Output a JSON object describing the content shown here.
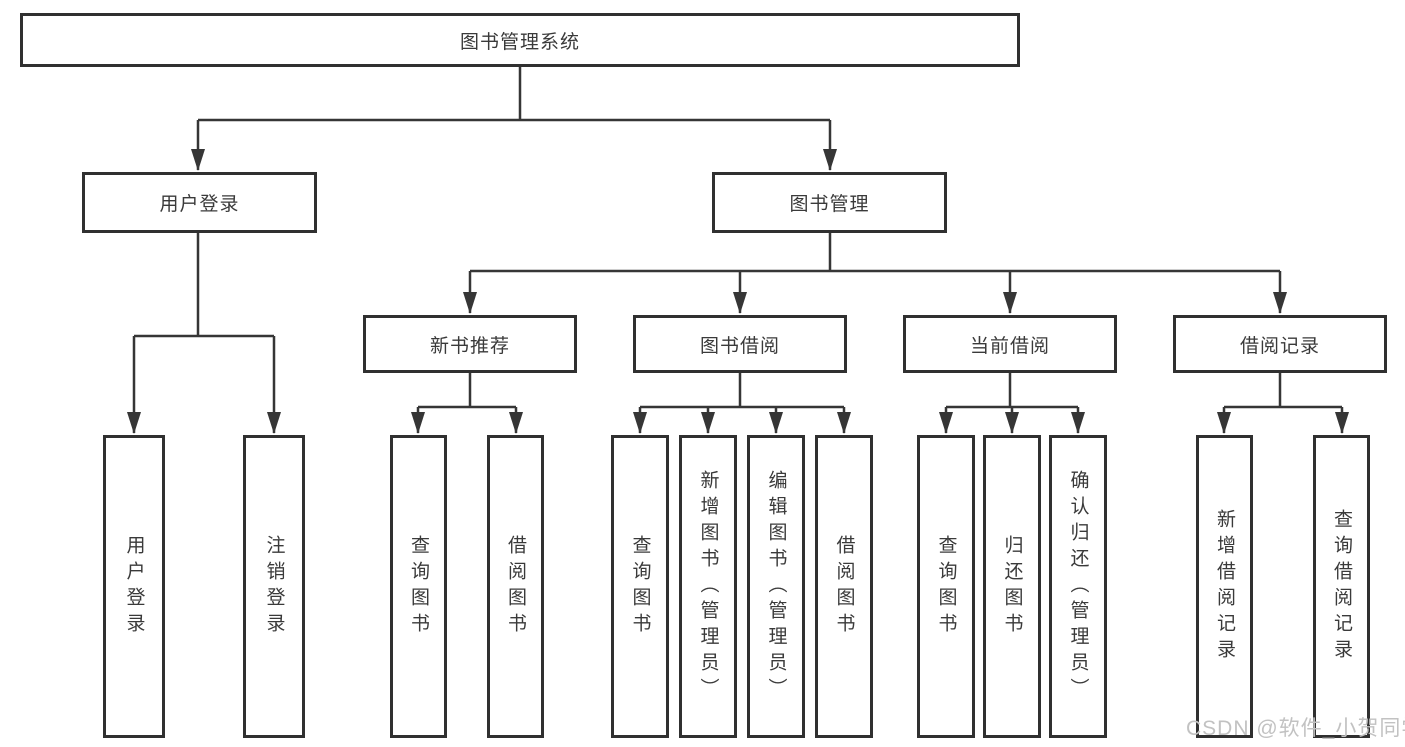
{
  "tree": {
    "root": "图书管理系统",
    "branches": [
      {
        "label": "用户登录",
        "leaves": [
          "用户登录",
          "注销登录"
        ]
      },
      {
        "label": "图书管理",
        "sections": [
          {
            "label": "新书推荐",
            "leaves": [
              "查询图书",
              "借阅图书"
            ]
          },
          {
            "label": "图书借阅",
            "leaves": [
              "查询图书",
              "新增图书（管理员）",
              "编辑图书（管理员）",
              "借阅图书"
            ]
          },
          {
            "label": "当前借阅",
            "leaves": [
              "查询图书",
              "归还图书",
              "确认归还（管理员）"
            ]
          },
          {
            "label": "借阅记录",
            "leaves": [
              "新增借阅记录",
              "查询借阅记录"
            ]
          }
        ]
      }
    ]
  },
  "colors": {
    "line": "#363636",
    "box_border": "#303030",
    "text": "#3a3a3a",
    "watermark": "#c2c2c2"
  },
  "watermark": "CSDN @软件_小贺同学"
}
